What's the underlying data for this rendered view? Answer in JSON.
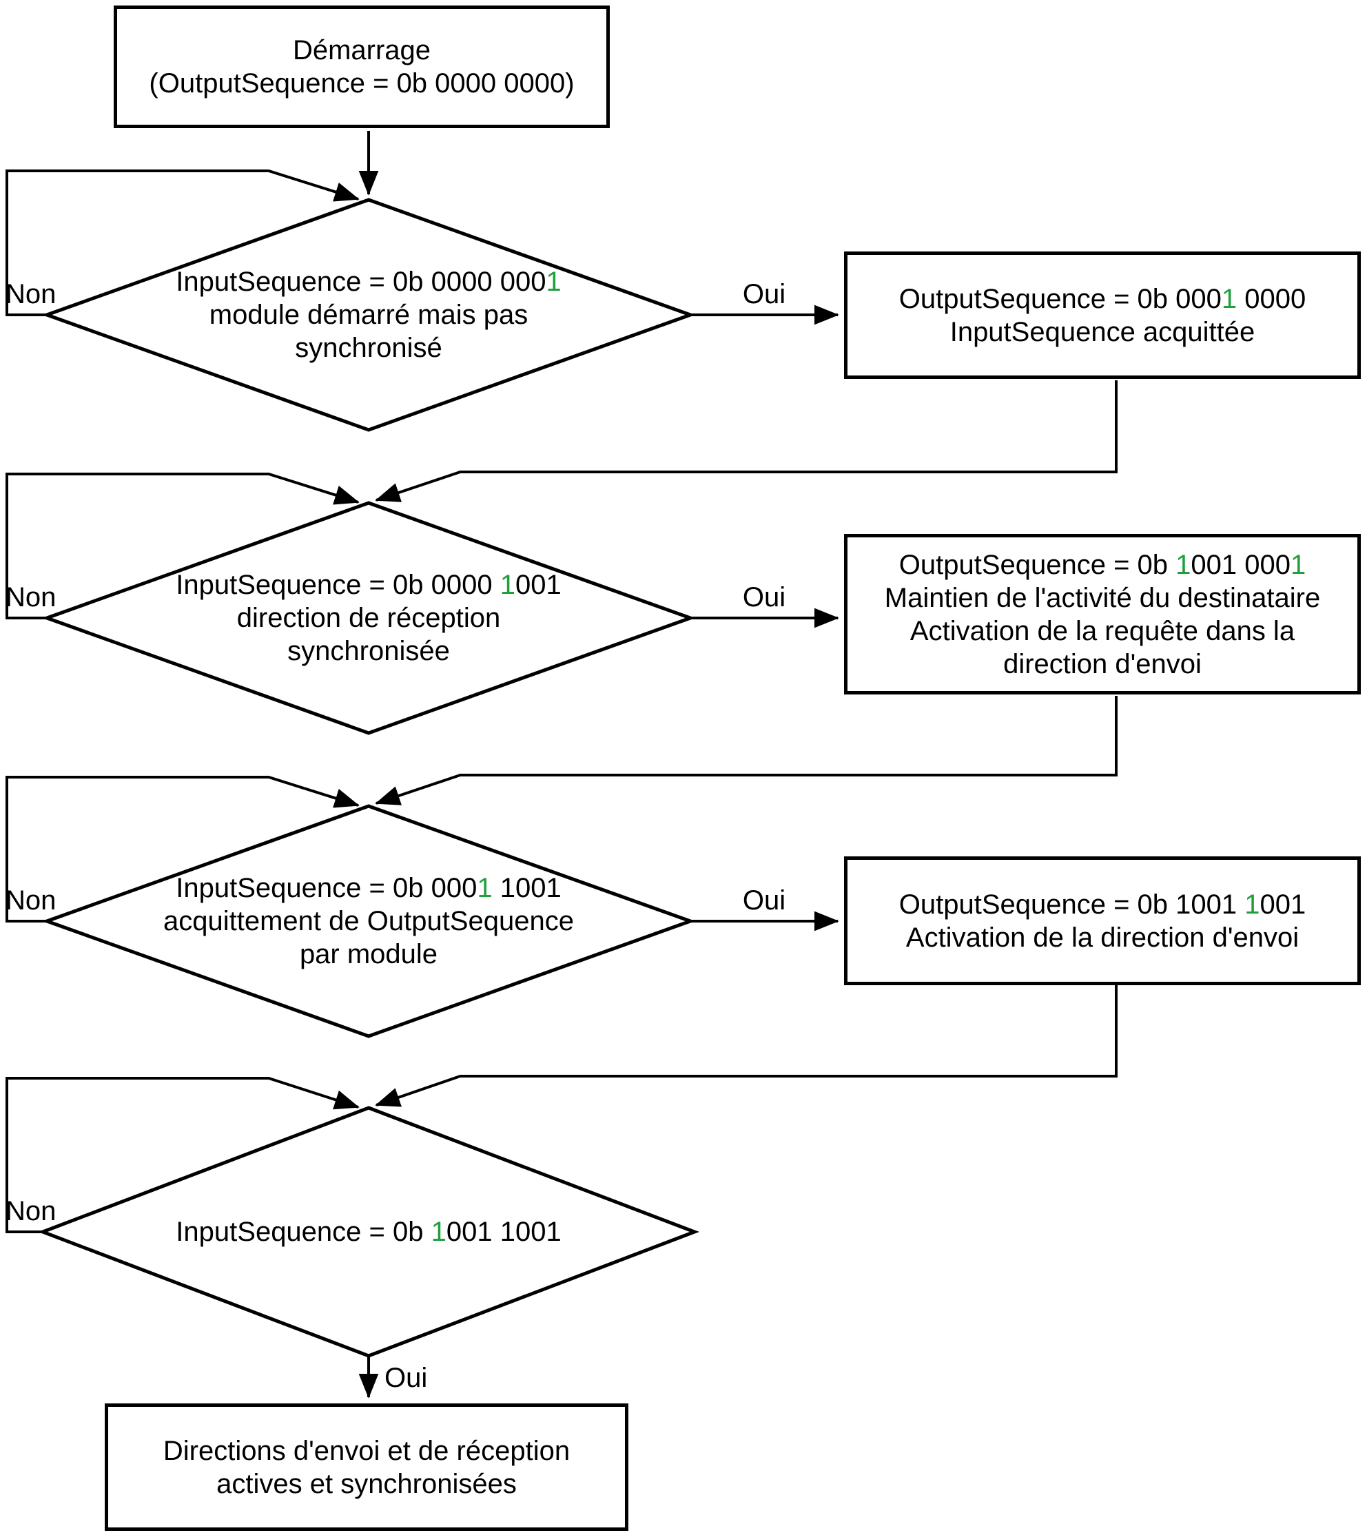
{
  "colors": {
    "background": "#ffffff",
    "line": "#000000",
    "text": "#000000",
    "highlight_green": "#1ea03c"
  },
  "labels": {
    "yes": "Oui",
    "no": "Non"
  },
  "nodes": {
    "start": {
      "type": "process",
      "lines": [
        [
          {
            "text": "Démarrage"
          }
        ],
        [
          {
            "text": "(OutputSequence = 0b 0000 0000)"
          }
        ]
      ]
    },
    "decision1": {
      "type": "decision",
      "lines": [
        [
          {
            "text": "InputSequence = 0b 0000 000"
          },
          {
            "text": "1",
            "color": "#1ea03c"
          }
        ],
        [
          {
            "text": "module démarré mais pas"
          }
        ],
        [
          {
            "text": "synchronisé"
          }
        ]
      ]
    },
    "action1": {
      "type": "process",
      "lines": [
        [
          {
            "text": "OutputSequence = 0b 000"
          },
          {
            "text": "1",
            "color": "#1ea03c"
          },
          {
            "text": " 0000"
          }
        ],
        [
          {
            "text": "InputSequence acquittée"
          }
        ]
      ]
    },
    "decision2": {
      "type": "decision",
      "lines": [
        [
          {
            "text": "InputSequence = 0b 0000 "
          },
          {
            "text": "1",
            "color": "#1ea03c"
          },
          {
            "text": "001"
          }
        ],
        [
          {
            "text": "direction de réception"
          }
        ],
        [
          {
            "text": "synchronisée"
          }
        ]
      ]
    },
    "action2": {
      "type": "process",
      "lines": [
        [
          {
            "text": "OutputSequence = 0b "
          },
          {
            "text": "1",
            "color": "#1ea03c"
          },
          {
            "text": "001 000"
          },
          {
            "text": "1",
            "color": "#1ea03c"
          }
        ],
        [
          {
            "text": "Maintien de l'activité du destinataire"
          }
        ],
        [
          {
            "text": "Activation de la requête dans la"
          }
        ],
        [
          {
            "text": "direction d'envoi"
          }
        ]
      ]
    },
    "decision3": {
      "type": "decision",
      "lines": [
        [
          {
            "text": "InputSequence = 0b 000"
          },
          {
            "text": "1",
            "color": "#1ea03c"
          },
          {
            "text": " 1001"
          }
        ],
        [
          {
            "text": "acquittement de OutputSequence"
          }
        ],
        [
          {
            "text": "par module"
          }
        ]
      ]
    },
    "action3": {
      "type": "process",
      "lines": [
        [
          {
            "text": "OutputSequence = 0b 1001 "
          },
          {
            "text": "1",
            "color": "#1ea03c"
          },
          {
            "text": "001"
          }
        ],
        [
          {
            "text": "Activation de la direction d'envoi"
          }
        ]
      ]
    },
    "decision4": {
      "type": "decision",
      "lines": [
        [
          {
            "text": "InputSequence = 0b "
          },
          {
            "text": "1",
            "color": "#1ea03c"
          },
          {
            "text": "001 1001"
          }
        ]
      ]
    },
    "end": {
      "type": "process",
      "lines": [
        [
          {
            "text": "Directions d'envoi et de réception"
          }
        ],
        [
          {
            "text": "actives et synchronisées"
          }
        ]
      ]
    }
  }
}
